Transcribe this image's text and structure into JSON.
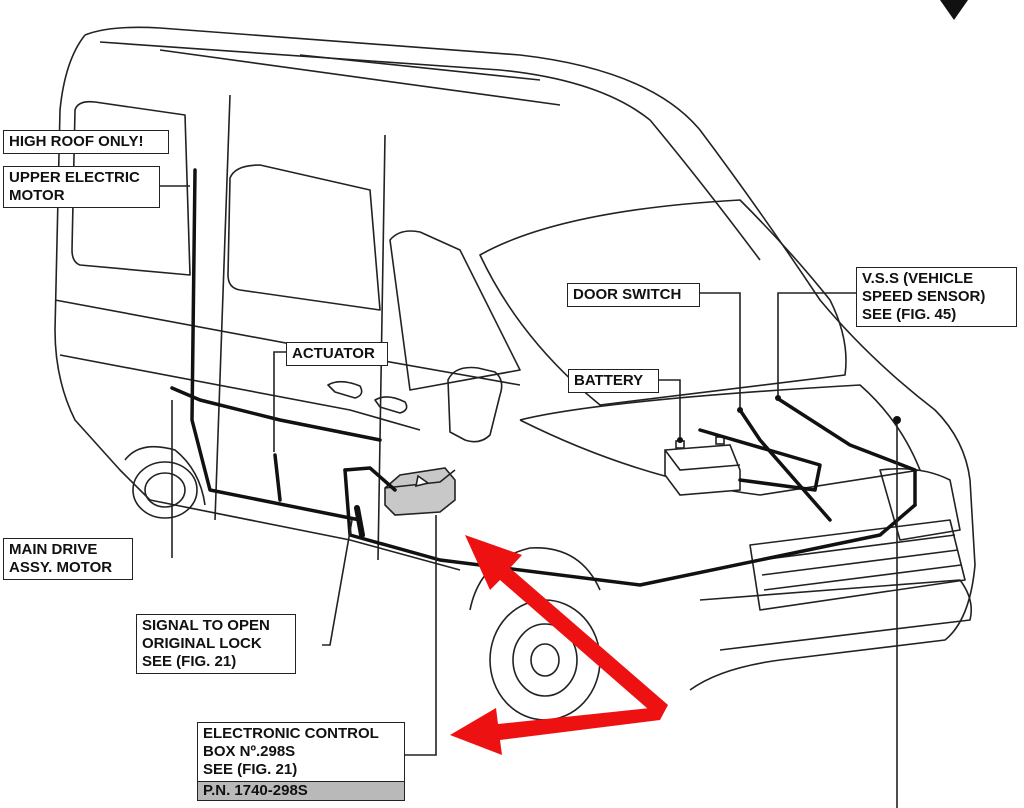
{
  "labels": {
    "high_roof": "HIGH ROOF ONLY!",
    "upper_motor": [
      "UPPER ELECTRIC",
      "MOTOR"
    ],
    "actuator": "ACTUATOR",
    "door_switch": "DOOR SWITCH",
    "vss": [
      "V.S.S (VEHICLE",
      "SPEED SENSOR)",
      "SEE (FIG. 45)"
    ],
    "battery": "BATTERY",
    "main_drive": [
      "MAIN DRIVE",
      "ASSY. MOTOR"
    ],
    "signal": [
      "SIGNAL TO OPEN",
      "ORIGINAL LOCK",
      "SEE (FIG. 21)"
    ],
    "ecu": [
      "ELECTRONIC CONTROL",
      "BOX Nº.298S",
      "SEE (FIG. 21)"
    ],
    "ecu_pn": "P.N. 1740-298S"
  },
  "colors": {
    "arrow": "#ee1111",
    "wire": "#111111",
    "outline": "#222222",
    "pn_fill": "#b9b9b9"
  }
}
